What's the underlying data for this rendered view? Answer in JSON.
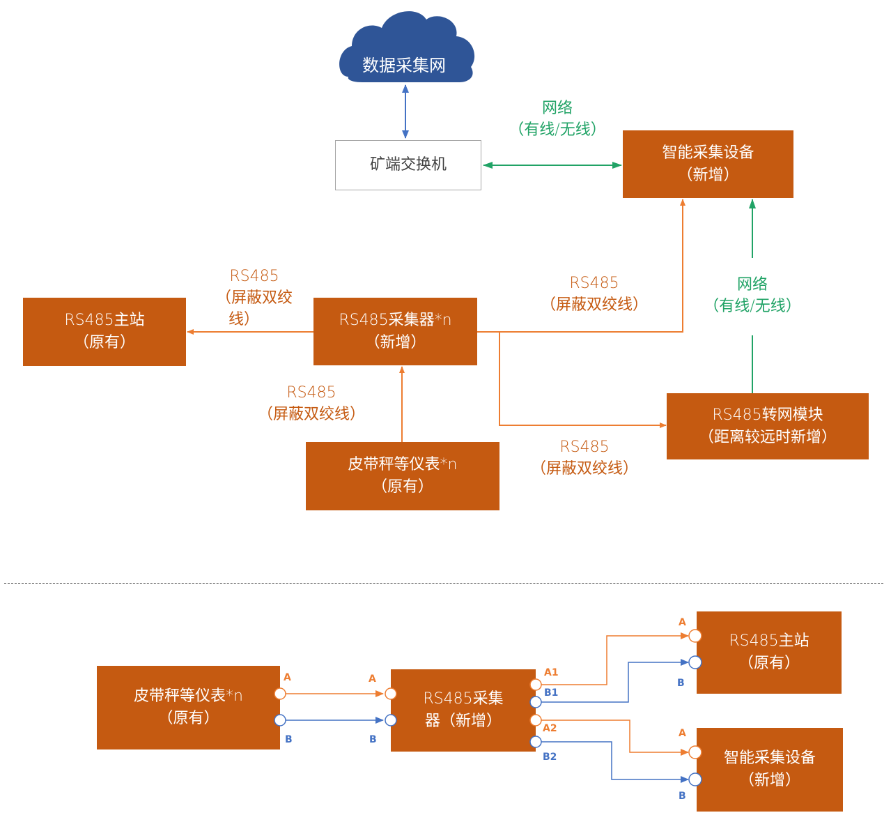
{
  "colors": {
    "device_fill": "#c55a11",
    "rs485_line": "#ed7d31",
    "network_line": "#21a366",
    "cloud_fill": "#2f5597",
    "uplink_line": "#4472c4",
    "pin_a": "#ed7d31",
    "pin_b": "#4472c4"
  },
  "top_diagram": {
    "cloud": {
      "label": "数据采集网"
    },
    "switch": {
      "label": "矿端交换机"
    },
    "smart_device": {
      "title": "智能采集设备",
      "subtitle": "（新增）"
    },
    "master_station": {
      "title": "RS485主站",
      "subtitle": "（原有）"
    },
    "collector": {
      "title": "RS485采集器*n",
      "subtitle": "（新增）"
    },
    "instrument": {
      "title": "皮带秤等仪表*n",
      "subtitle": "（原有）"
    },
    "converter": {
      "title": "RS485转网模块",
      "subtitle": "（距离较远时新增）"
    },
    "links": {
      "switch_to_device": {
        "line1": "网络",
        "line2": "（有线/无线）"
      },
      "collector_to_master": {
        "line1": "RS485",
        "line2": "（屏蔽双绞",
        "line3": "线）"
      },
      "collector_to_device": {
        "line1": "RS485",
        "line2": "（屏蔽双绞线）"
      },
      "converter_to_device": {
        "line1": "网络",
        "line2": "（有线/无线）"
      },
      "instrument_to_collector": {
        "line1": "RS485",
        "line2": "（屏蔽双绞线）"
      },
      "collector_to_converter": {
        "line1": "RS485",
        "line2": "（屏蔽双绞线）"
      }
    }
  },
  "bottom_diagram": {
    "instrument": {
      "title": "皮带秤等仪表*n",
      "subtitle": "（原有）",
      "pins": [
        "A",
        "B"
      ]
    },
    "collector": {
      "title": "RS485采集",
      "subtitle": "器（新增）",
      "in_pins": [
        "A",
        "B"
      ],
      "out_pins": [
        "A1",
        "B1",
        "A2",
        "B2"
      ]
    },
    "master_station": {
      "title": "RS485主站",
      "subtitle": "（原有）",
      "pins": [
        "A",
        "B"
      ]
    },
    "smart_device": {
      "title": "智能采集设备",
      "subtitle": "（新增）",
      "pins": [
        "A",
        "B"
      ]
    }
  }
}
